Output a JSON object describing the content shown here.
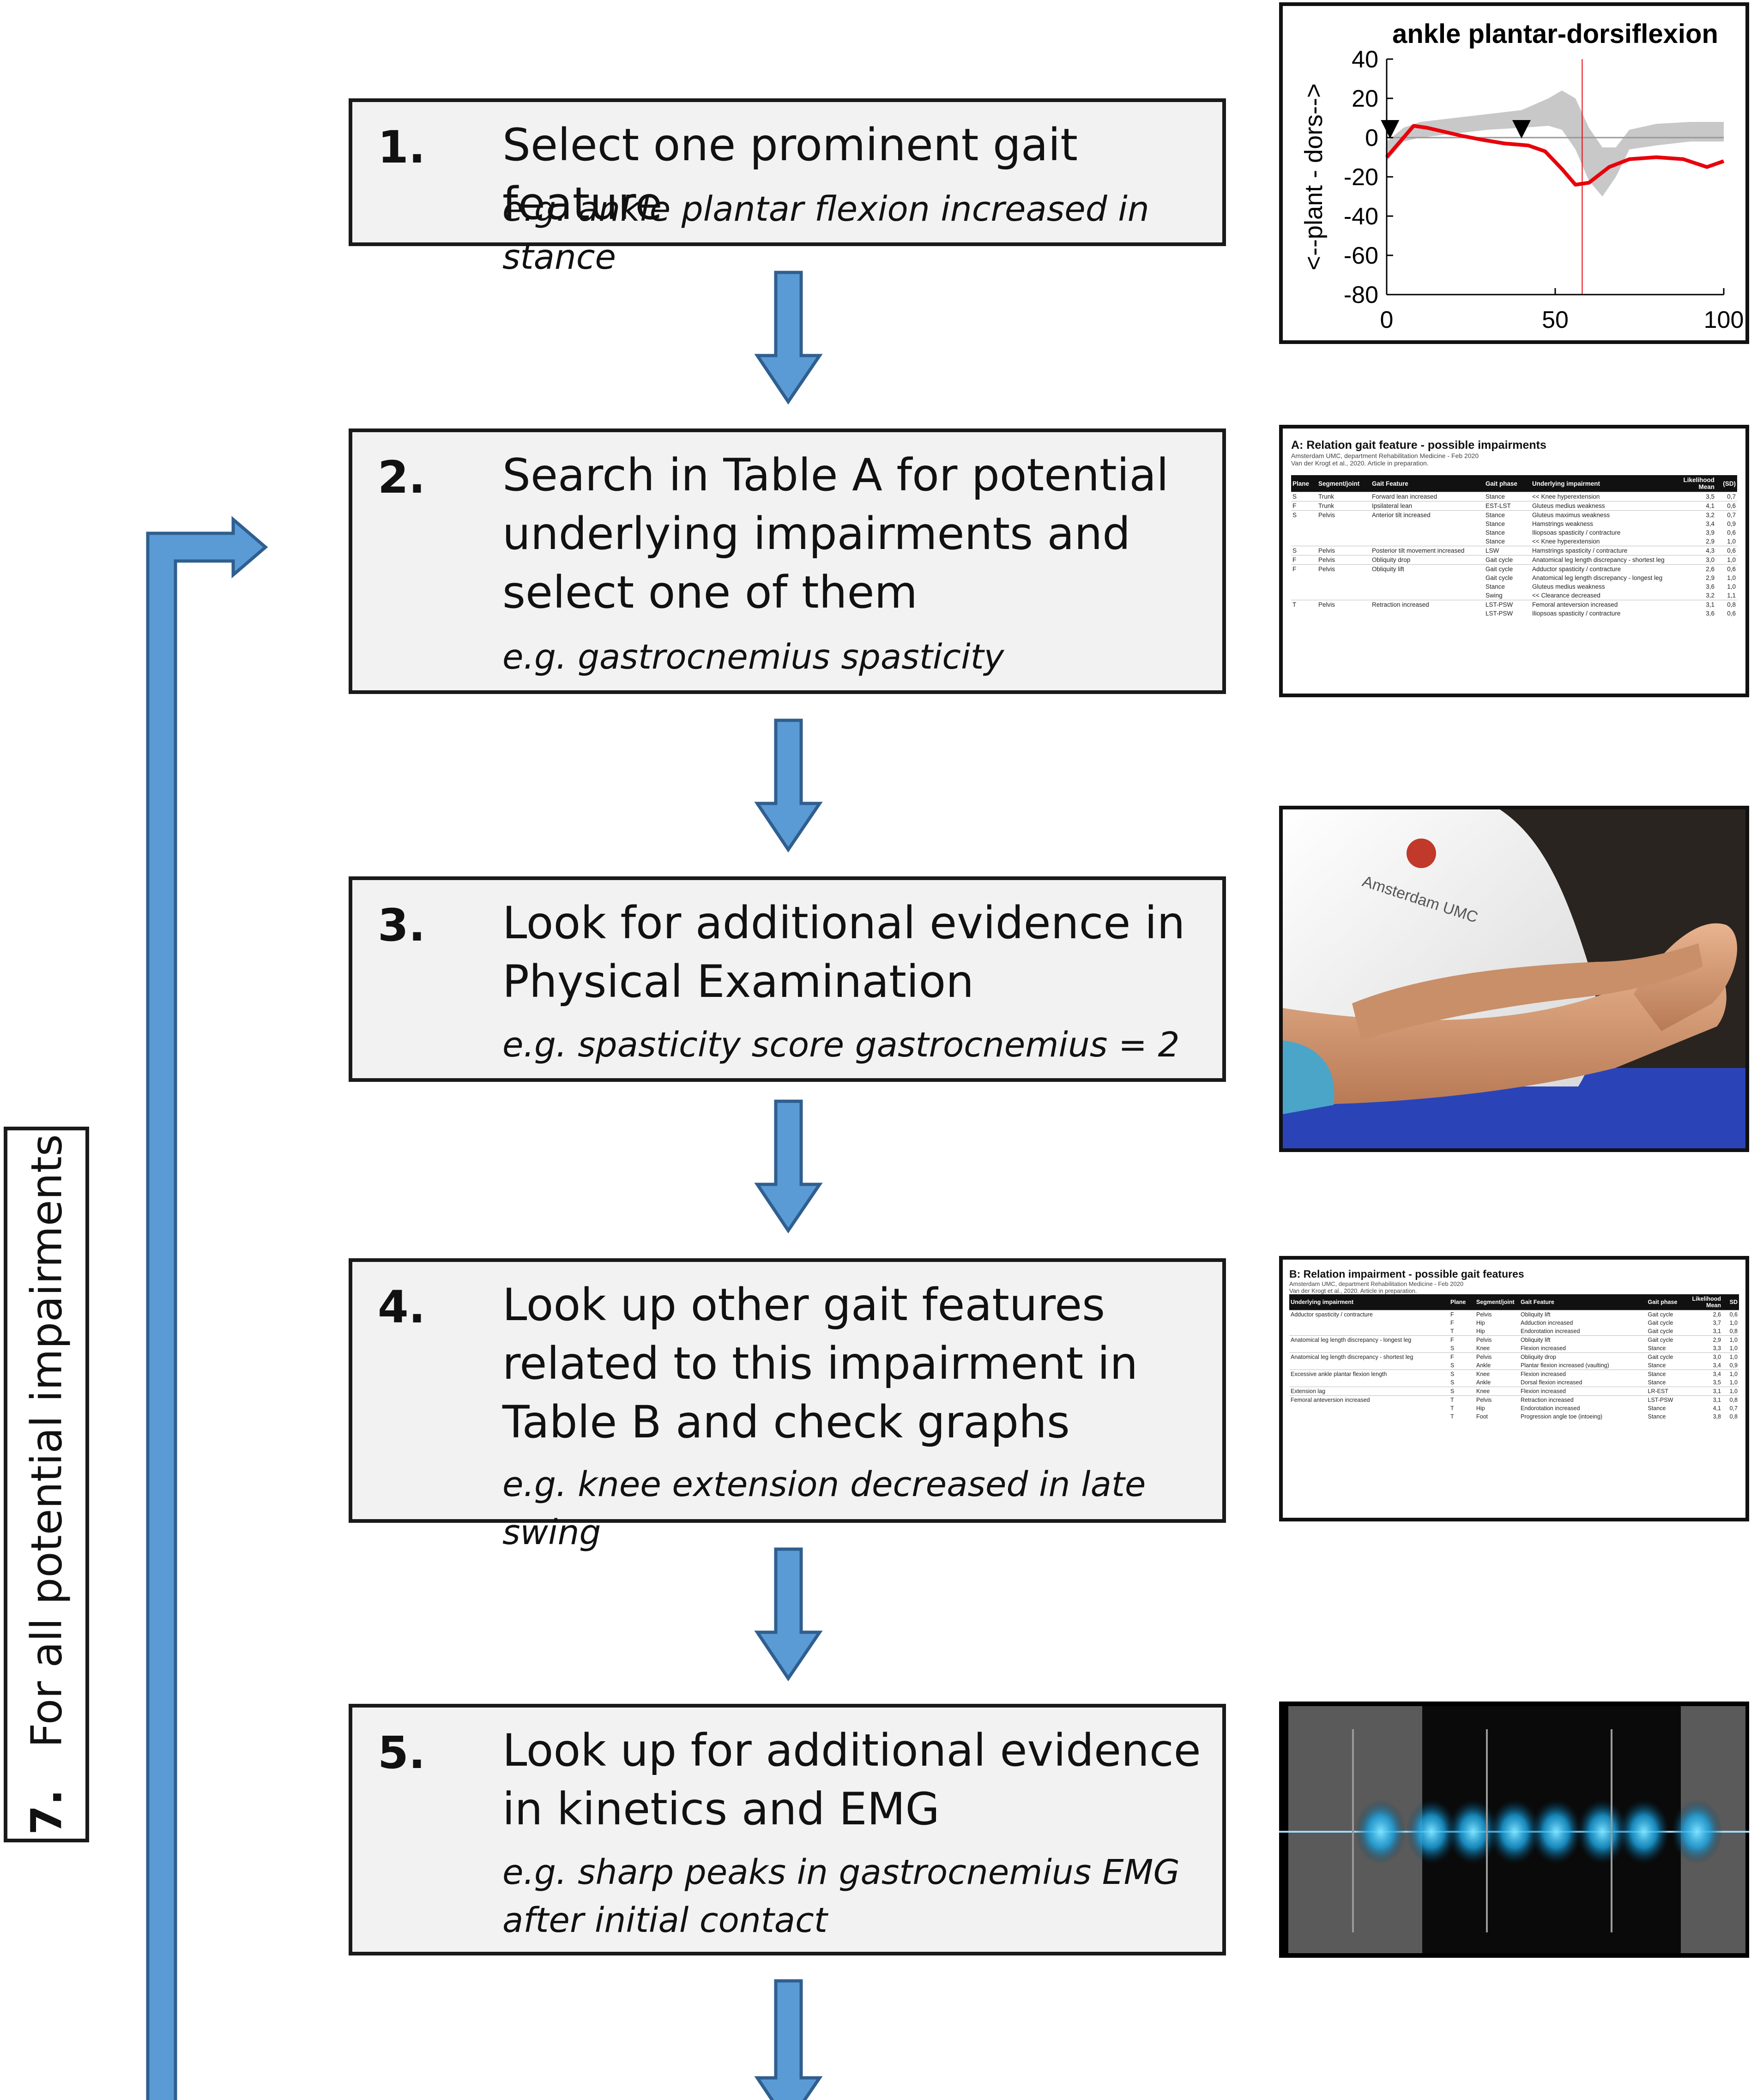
{
  "colors": {
    "arrow": "#5b9bd5",
    "arrow_stroke": "#2f5f8f",
    "box_fill": "#f2f2f2",
    "curve": "#e8000b",
    "band": "#c8c8c8"
  },
  "steps": [
    {
      "num": "1.",
      "title": "Select one prominent gait feature",
      "example": "e.g. ankle plantar flexion increased in stance"
    },
    {
      "num": "2.",
      "title": "Search in Table A for potential underlying impairments and select one of them",
      "example": "e.g. gastrocnemius spasticity"
    },
    {
      "num": "3.",
      "title": "Look for additional evidence in Physical Examination",
      "example": "e.g. spasticity score gastrocnemius = 2"
    },
    {
      "num": "4.",
      "title": "Look up other gait features related to this impairment in Table B and check graphs",
      "example": "e.g. knee extension decreased in late swing"
    },
    {
      "num": "5.",
      "title": "Look up for additional evidence in kinetics and EMG",
      "example": "e.g. sharp peaks in gastrocnemius EMG after initial contact"
    }
  ],
  "side_label": {
    "num": "7.",
    "text": "For all potential impairments"
  },
  "chart_data": {
    "type": "line",
    "title": "ankle plantar-dorsiflexion",
    "ylabel": "<--plant - dors-->",
    "xlabel": "",
    "xlim": [
      0,
      100
    ],
    "ylim": [
      -80,
      40
    ],
    "xticks": [
      "0",
      "50",
      "100"
    ],
    "yticks": [
      "40",
      "20",
      "0",
      "-20",
      "-40",
      "-60",
      "-80"
    ],
    "series": [
      {
        "x": [
          0,
          4,
          8,
          12,
          17,
          22,
          28,
          35,
          42,
          47,
          52,
          56,
          60,
          66,
          72,
          80,
          88,
          95,
          100
        ],
        "values": [
          -10,
          -2,
          6,
          5,
          3,
          1,
          -1,
          -3,
          -4,
          -7,
          -16,
          -24,
          -23,
          -15,
          -11,
          -10,
          -11,
          -15,
          -12
        ]
      }
    ],
    "band": {
      "x": [
        0,
        5,
        10,
        20,
        30,
        40,
        48,
        52,
        56,
        60,
        64,
        68,
        72,
        80,
        90,
        100
      ],
      "upper": [
        -2,
        5,
        8,
        10,
        12,
        14,
        20,
        24,
        20,
        5,
        -5,
        -5,
        4,
        7,
        8,
        8
      ],
      "lower": [
        -12,
        -2,
        0,
        2,
        4,
        5,
        6,
        4,
        -6,
        -22,
        -30,
        -20,
        -6,
        -4,
        -2,
        -2
      ]
    },
    "vline_x": 58,
    "markers_x": [
      1,
      40
    ]
  },
  "table_a": {
    "title": "A: Relation gait feature - possible impairments",
    "sub1": "Amsterdam UMC, department Rehabilitation Medicine - Feb 2020",
    "sub2": "Van der Krogt et al., 2020. Article in preparation.",
    "headers": [
      "Plane",
      "Segment/joint",
      "Gait Feature",
      "Gait phase",
      "Underlying impairment",
      "Likelihood Mean",
      "(SD)"
    ],
    "rows": [
      [
        "S",
        "Trunk",
        "Forward lean increased",
        "Stance",
        "<< Knee hyperextension",
        "3,5",
        "0,7"
      ],
      [
        "F",
        "Trunk",
        "Ipsilateral lean",
        "EST-LST",
        "Gluteus medius weakness",
        "4,1",
        "0,6"
      ],
      [
        "S",
        "Pelvis",
        "Anterior tilt increased",
        "Stance",
        "Gluteus maximus weakness",
        "3,2",
        "0,7"
      ],
      [
        "",
        "",
        "",
        "Stance",
        "Hamstrings weakness",
        "3,4",
        "0,9"
      ],
      [
        "",
        "",
        "",
        "Stance",
        "Iliopsoas spasticity / contracture",
        "3,9",
        "0,6"
      ],
      [
        "",
        "",
        "",
        "Stance",
        "<< Knee hyperextension",
        "2,9",
        "1,0"
      ],
      [
        "S",
        "Pelvis",
        "Posterior tilt movement increased",
        "LSW",
        "Hamstrings spasticity / contracture",
        "4,3",
        "0,6"
      ],
      [
        "F",
        "Pelvis",
        "Obliquity drop",
        "Gait cycle",
        "Anatomical leg length discrepancy - shortest leg",
        "3,0",
        "1,0"
      ],
      [
        "F",
        "Pelvis",
        "Obliquity lift",
        "Gait cycle",
        "Adductor spasticity / contracture",
        "2,6",
        "0,6"
      ],
      [
        "",
        "",
        "",
        "Gait cycle",
        "Anatomical leg length discrepancy - longest leg",
        "2,9",
        "1,0"
      ],
      [
        "",
        "",
        "",
        "Stance",
        "Gluteus medius weakness",
        "3,6",
        "1,0"
      ],
      [
        "",
        "",
        "",
        "Swing",
        "<< Clearance decreased",
        "3,2",
        "1,1"
      ],
      [
        "T",
        "Pelvis",
        "Retraction increased",
        "LST-PSW",
        "Femoral anteversion increased",
        "3,1",
        "0,8"
      ],
      [
        "",
        "",
        "",
        "LST-PSW",
        "Iliopsoas spasticity / contracture",
        "3,6",
        "0,6"
      ]
    ]
  },
  "table_b": {
    "title": "B: Relation impairment - possible gait features",
    "sub1": "Amsterdam UMC, department Rehabilitation Medicine - Feb 2020",
    "sub2": "Van der Krogt et al., 2020. Article in preparation.",
    "headers": [
      "Underlying impairment",
      "Plane",
      "Segment/joint",
      "Gait Feature",
      "Gait phase",
      "Likelihood Mean",
      "SD"
    ],
    "rows": [
      [
        "Adductor spasticity / contracture",
        "F",
        "Pelvis",
        "Obliquity lift",
        "Gait cycle",
        "2,6",
        "0,6"
      ],
      [
        "",
        "F",
        "Hip",
        "Adduction increased",
        "Gait cycle",
        "3,7",
        "1,0"
      ],
      [
        "",
        "T",
        "Hip",
        "Endorotation increased",
        "Gait cycle",
        "3,1",
        "0,8"
      ],
      [
        "Anatomical leg length discrepancy - longest leg",
        "F",
        "Pelvis",
        "Obliquity lift",
        "Gait cycle",
        "2,9",
        "1,0"
      ],
      [
        "",
        "S",
        "Knee",
        "Flexion increased",
        "Stance",
        "3,3",
        "1,0"
      ],
      [
        "Anatomical leg length discrepancy - shortest leg",
        "F",
        "Pelvis",
        "Obliquity drop",
        "Gait cycle",
        "3,0",
        "1,0"
      ],
      [
        "",
        "S",
        "Ankle",
        "Plantar flexion increased (vaulting)",
        "Stance",
        "3,4",
        "0,9"
      ],
      [
        "Excessive ankle plantar flexion length",
        "S",
        "Knee",
        "Flexion increased",
        "Stance",
        "3,4",
        "1,0"
      ],
      [
        "",
        "S",
        "Ankle",
        "Dorsal flexion increased",
        "Stance",
        "3,5",
        "1,0"
      ],
      [
        "Extension lag",
        "S",
        "Knee",
        "Flexion increased",
        "LR-EST",
        "3,1",
        "1,0"
      ],
      [
        "Femoral anteversion increased",
        "T",
        "Pelvis",
        "Retraction increased",
        "LST-PSW",
        "3,1",
        "0,8"
      ],
      [
        "",
        "T",
        "Hip",
        "Endorotation increased",
        "Stance",
        "4,1",
        "0,7"
      ],
      [
        "",
        "T",
        "Foot",
        "Progression angle toe (intoeing)",
        "Stance",
        "3,8",
        "0,8"
      ]
    ]
  },
  "photo": {
    "logo_text": "Amsterdam UMC"
  }
}
